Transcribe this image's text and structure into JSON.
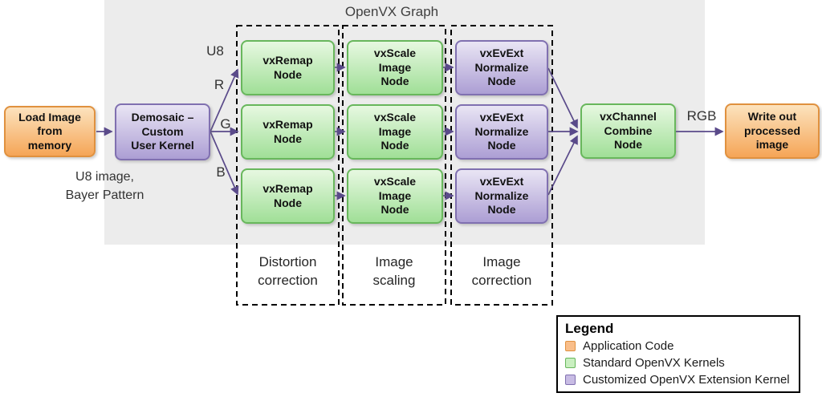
{
  "palette": {
    "graph_bg": "#ECECEC",
    "arrow": "#5A4A8A",
    "orange_top": "#FCE3BE",
    "orange_bottom": "#F5A557",
    "orange_border": "#E0913F",
    "green_top": "#E7F8E1",
    "green_bottom": "#A0DF97",
    "green_border": "#68B75C",
    "purple_top": "#E9E5F4",
    "purple_bottom": "#AC9ED4",
    "purple_border": "#8070B0",
    "dashed": "#000000",
    "legend_orange": "#F9BE8A",
    "legend_green": "#C9EFC0",
    "legend_purple": "#C8BCE4"
  },
  "title": "OpenVX Graph",
  "nodes": {
    "load": "Load Image\nfrom\nmemory",
    "demosaic": "Demosaic –\nCustom\nUser Kernel",
    "remap": "vxRemap\nNode",
    "scale": "vxScale\nImage\nNode",
    "evext": "vxEvExt\nNormalize\nNode",
    "channel": "vxChannel\nCombine\nNode",
    "writeout": "Write out\nprocessed\nimage"
  },
  "edge_labels": {
    "u8": "U8",
    "r": "R",
    "g": "G",
    "b": "B",
    "rgb": "RGB"
  },
  "caption": "U8 image,\nBayer Pattern",
  "groups": [
    {
      "label": "Distortion\ncorrection"
    },
    {
      "label": "Image\nscaling"
    },
    {
      "label": "Image\ncorrection"
    }
  ],
  "legend": {
    "title": "Legend",
    "items": [
      {
        "label": "Application Code",
        "swatch": "orange"
      },
      {
        "label": "Standard OpenVX Kernels",
        "swatch": "green"
      },
      {
        "label": "Customized OpenVX Extension Kernel",
        "swatch": "purple"
      }
    ]
  }
}
